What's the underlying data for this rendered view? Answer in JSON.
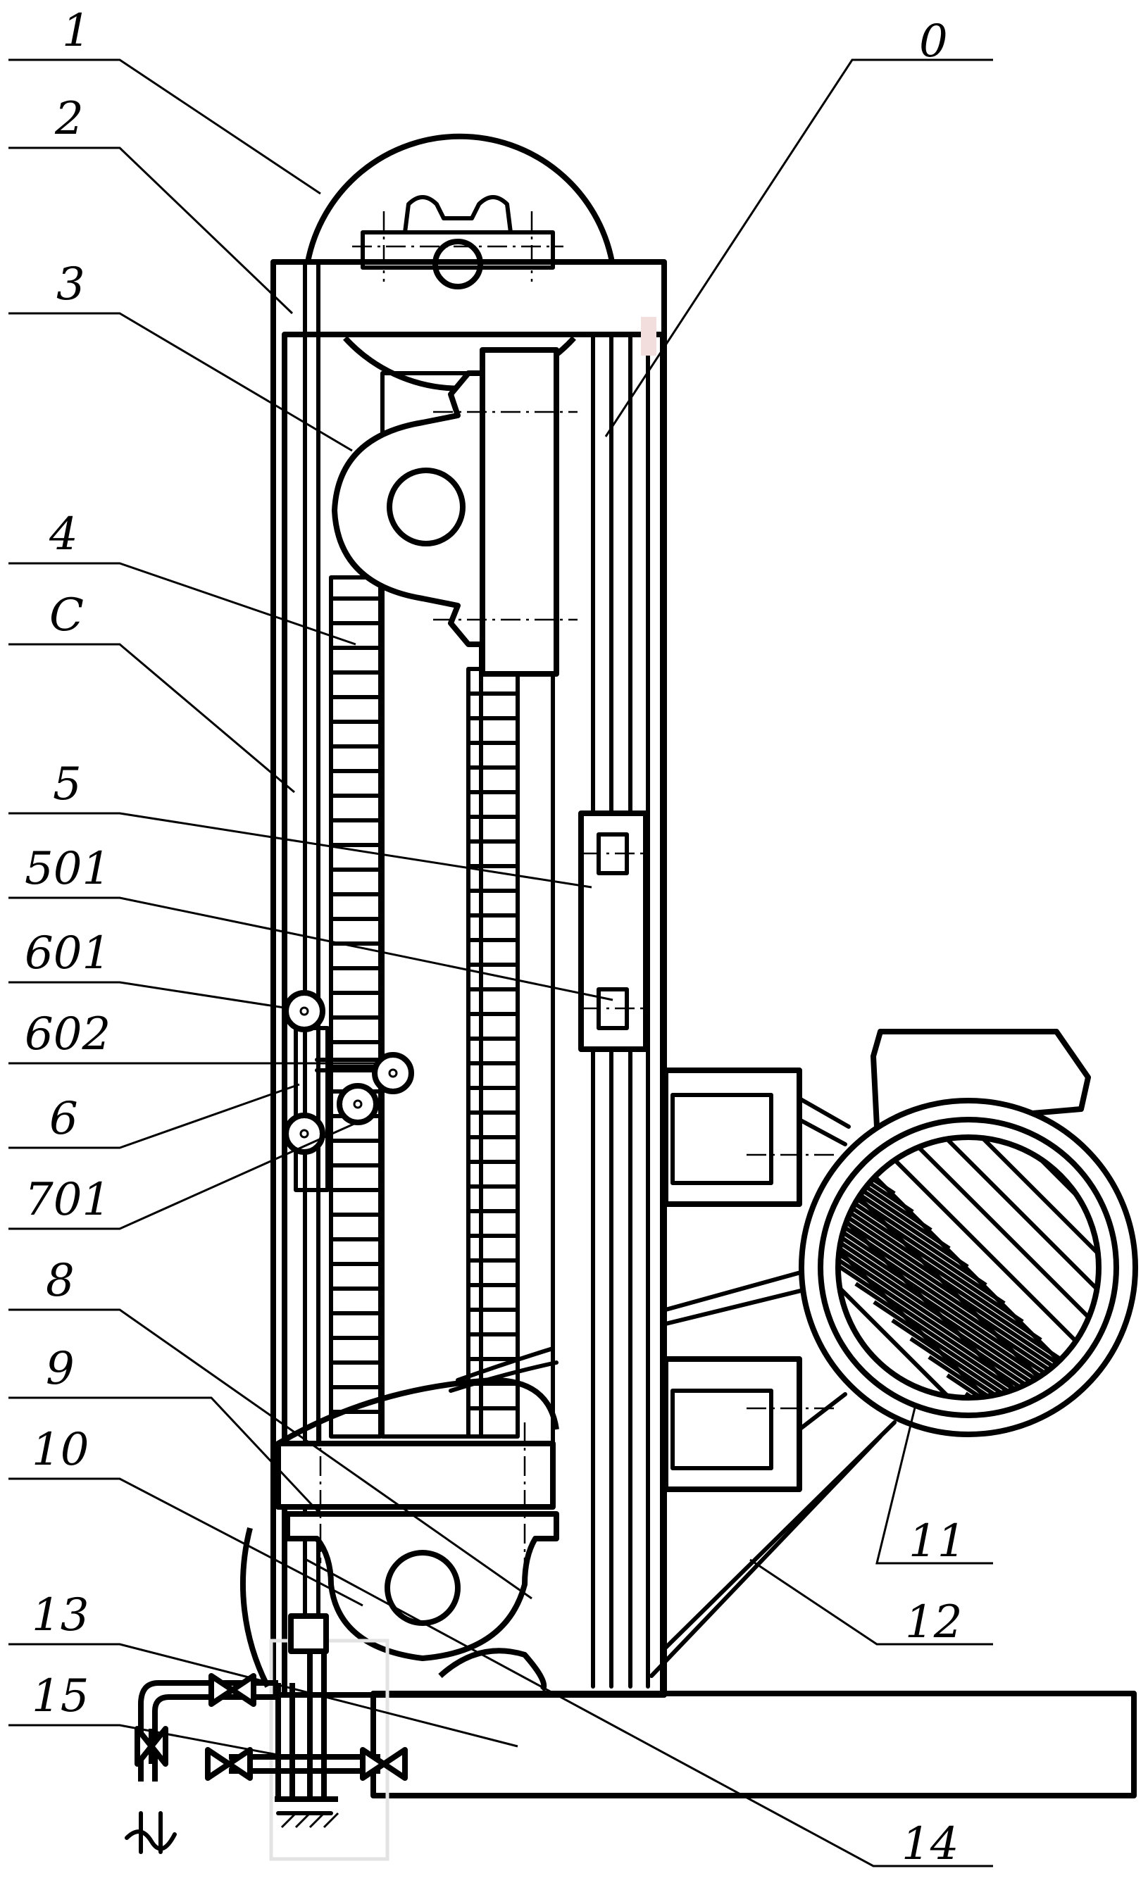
{
  "labels": {
    "l0": "0",
    "l1": "1",
    "l2": "2",
    "l3": "3",
    "l4": "4",
    "lC": "C",
    "l5": "5",
    "l501": "501",
    "l601": "601",
    "l602": "602",
    "l6": "6",
    "l701": "701",
    "l8": "8",
    "l9": "9",
    "l10": "10",
    "l11": "11",
    "l12": "12",
    "l13": "13",
    "l14": "14",
    "l15": "15"
  },
  "colors": {
    "line": "#000000",
    "background": "#ffffff"
  }
}
